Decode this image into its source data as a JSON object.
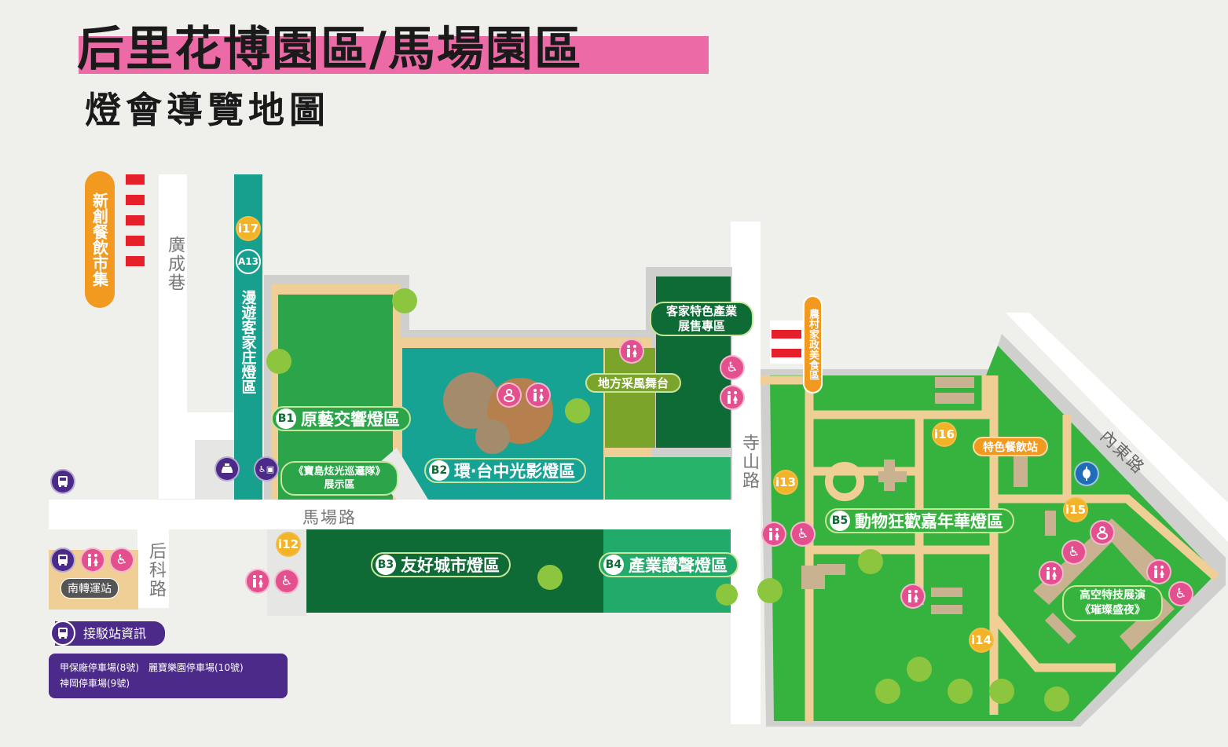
{
  "header": {
    "title": "后里花博園區/馬場園區",
    "subtitle": "燈會導覽地圖"
  },
  "roads": {
    "guangcheng": "廣成巷",
    "machang": "馬場路",
    "houke": "后科路",
    "sishan": "寺山路",
    "neidong": "內東路"
  },
  "areas": {
    "market": "新創餐飲市集",
    "hakka_village": "漫遊客家庄燈區",
    "b1": {
      "badge": "B1",
      "label": "原藝交響燈區"
    },
    "b2": {
      "badge": "B2",
      "label": "環‧台中光影燈區"
    },
    "b3": {
      "badge": "B3",
      "label": "友好城市燈區"
    },
    "b4": {
      "badge": "B4",
      "label": "產業讚聲燈區"
    },
    "b5": {
      "badge": "B5",
      "label": "動物狂歡嘉年華燈區"
    },
    "patrol": {
      "line1": "《寶島炫光巡邏隊》",
      "line2": "展示區"
    },
    "stage": "地方采風舞台",
    "hakka_shop": {
      "line1": "客家特色產業",
      "line2": "展售專區"
    },
    "farm_food": "農村家政美食區",
    "food_station": "特色餐飲站",
    "acrobat": {
      "line1": "高空特技展演",
      "line2": "《璀璨盛夜》"
    }
  },
  "markers": {
    "i12": "i12",
    "i13": "i13",
    "i14": "i14",
    "i15": "i15",
    "i16": "i16",
    "i17": "i17",
    "a13": "A13"
  },
  "transit": {
    "south_station": "南轉運站",
    "shuttle_title": "接駁站資訊",
    "shuttle_line1": "甲保廠停車場(8號)　麗寶樂園停車場(10號)",
    "shuttle_line2": "神岡停車場(9號)"
  },
  "colors": {
    "pink": "#ec6aa6",
    "purple": "#4b2a8a",
    "teal": "#17a394",
    "dark_green": "#0f6b36",
    "park_green": "#36b33f",
    "orange": "#f29a1f",
    "info_yellow": "#f2b329"
  }
}
